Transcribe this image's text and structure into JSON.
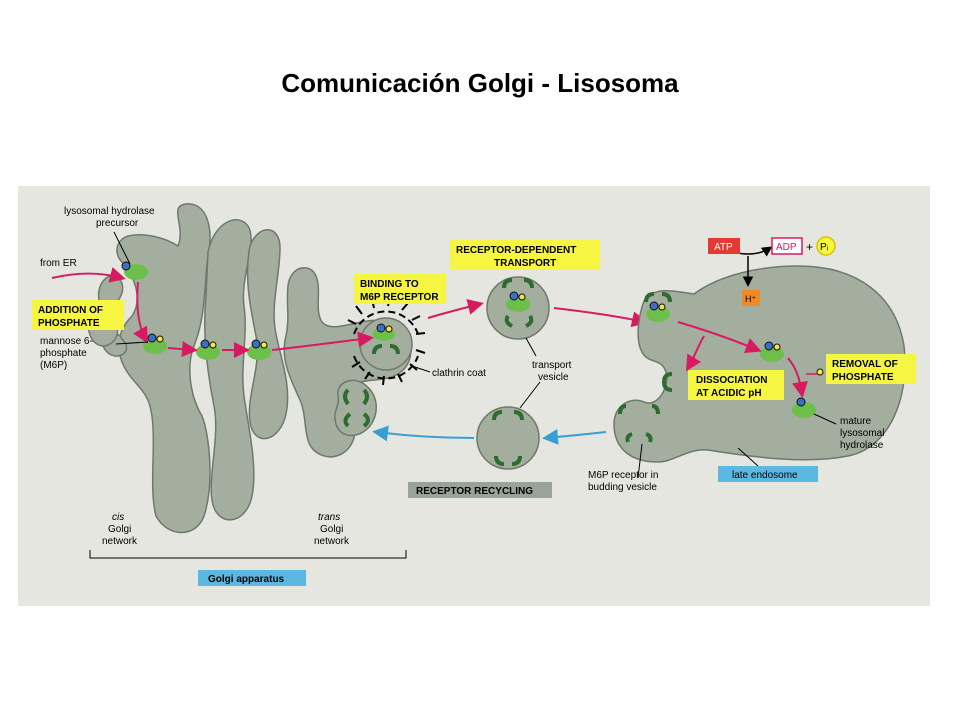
{
  "slide": {
    "title": "Comunicación Golgi - Lisosoma"
  },
  "diagram": {
    "labels": {
      "precursor_1": "lysosomal hydrolase",
      "precursor_2": "precursor",
      "from_er": "from ER",
      "addition_1": "ADDITION OF",
      "addition_2": "PHOSPHATE",
      "m6p_1": "mannose 6-",
      "m6p_2": "phosphate",
      "m6p_3": "(M6P)",
      "binding_1": "BINDING TO",
      "binding_2": "M6P RECEPTOR",
      "clathrin": "clathrin coat",
      "rdt_1": "RECEPTOR-DEPENDENT",
      "rdt_2": "TRANSPORT",
      "tv_1": "transport",
      "tv_2": "vesicle",
      "atp": "ATP",
      "adp": "ADP",
      "pi": "Pᵢ",
      "hplus": "H⁺",
      "removal_1": "REMOVAL OF",
      "removal_2": "PHOSPHATE",
      "dissoc_1": "DISSOCIATION",
      "dissoc_2": "AT ACIDIC pH",
      "mature_1": "mature",
      "mature_2": "lysosomal",
      "mature_3": "hydrolase",
      "m6pr_1": "M6P receptor in",
      "m6pr_2": "budding vesicle",
      "late_endosome": "late endosome",
      "recycling": "RECEPTOR RECYCLING",
      "cis_1": "cis",
      "cis_2": "Golgi",
      "cis_3": "network",
      "trans_1": "trans",
      "trans_2": "Golgi",
      "trans_3": "network",
      "golgi_apparatus": "Golgi apparatus"
    },
    "colors": {
      "background": "#e6e6e0",
      "organelle": "#a3ae9e",
      "organelle_stroke": "#6f786c",
      "receptor": "#2e6b2e",
      "enzyme": "#6cc04a",
      "pink_arrow": "#d81b60",
      "blue_arrow": "#3a9fd0",
      "yellow_box": "#f5f542",
      "blue_box": "#5bb8e0",
      "gray_box": "#9aa39a",
      "orange_box": "#f08a24",
      "red_box": "#e53935"
    }
  }
}
